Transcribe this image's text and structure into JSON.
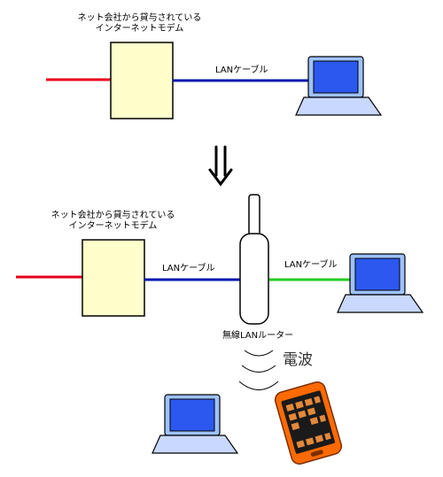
{
  "top": {
    "modem_label_line1": "ネット会社から貸与されている",
    "modem_label_line2": "インターネットモデム",
    "cable_label": "LANケーブル"
  },
  "arrow_glyph": "⇓",
  "bottom": {
    "modem_label_line1": "ネット会社から貸与されている",
    "modem_label_line2": "インターネットモデム",
    "cable_label_left": "LANケーブル",
    "cable_label_right": "LANケーブル",
    "router_label": "無線LANルーター",
    "wave_label": "電波"
  },
  "colors": {
    "internet_line": "#e8001c",
    "lan_blue": "#0018b0",
    "lan_green": "#22cc22",
    "modem_fill": "#ffffcc",
    "laptop_screen": "#3366ff",
    "laptop_body": "#c8d8ff",
    "phone_orange": "#ff6a00"
  }
}
